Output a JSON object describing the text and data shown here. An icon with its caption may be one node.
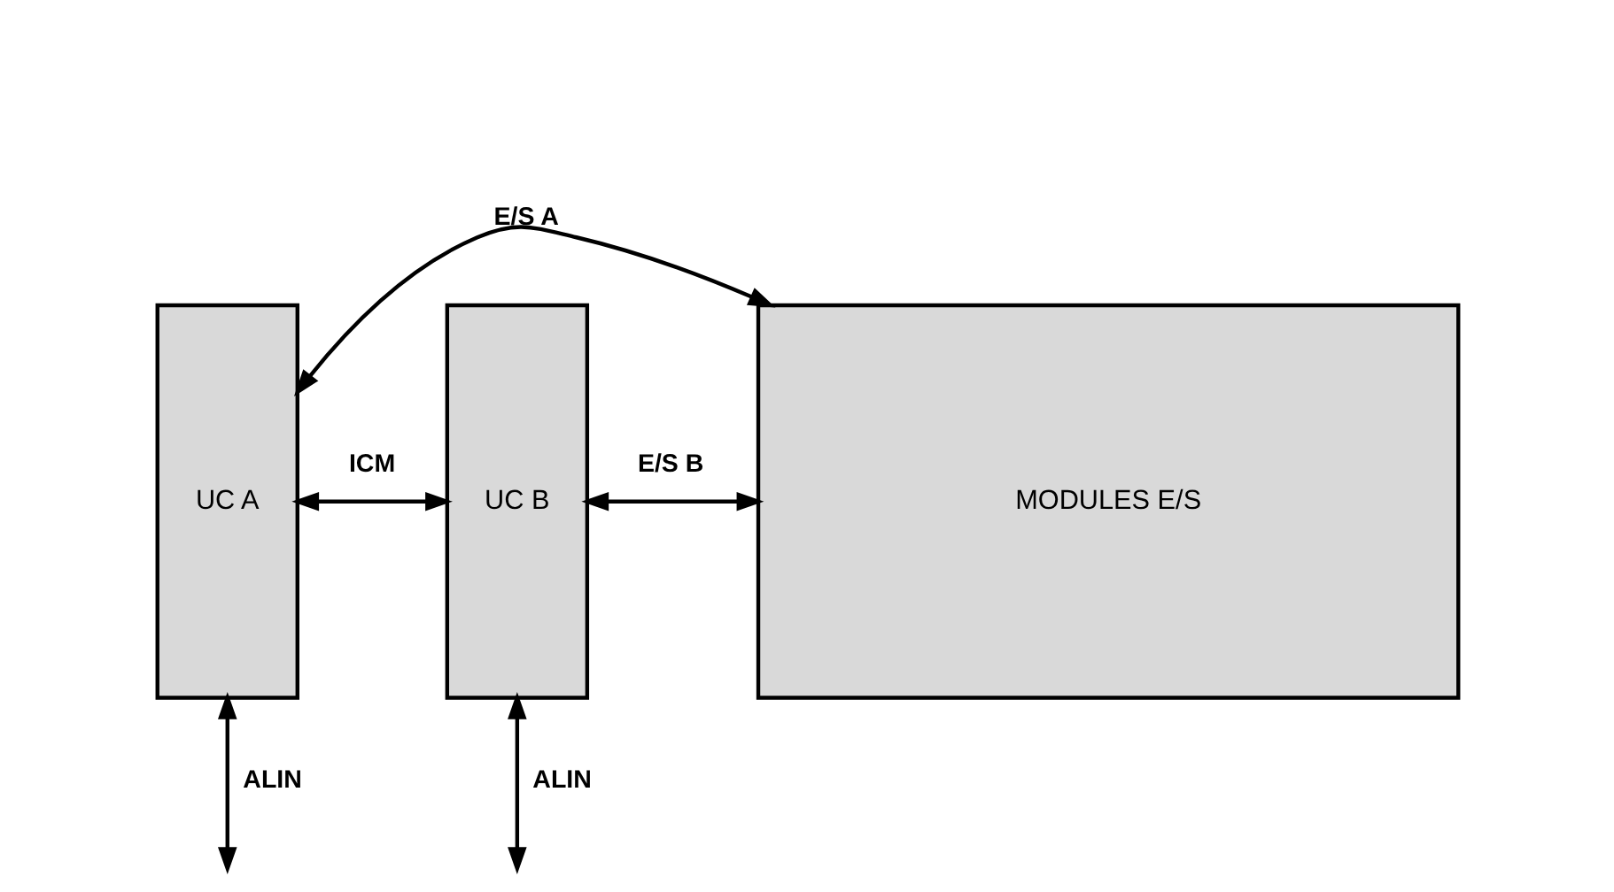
{
  "diagram": {
    "nodes": [
      {
        "text": [
          "UC A"
        ]
      },
      {
        "text": [
          "UC B"
        ]
      },
      {
        "text": [
          "MODULES E/S"
        ]
      }
    ],
    "edges": [
      {
        "from": 2,
        "to": 0,
        "arrow": "both",
        "label": "E/S A"
      },
      {
        "from": 0,
        "to": 1,
        "arrow": "both",
        "label": "ICM"
      },
      {
        "from": 2,
        "to": 1,
        "arrow": "both",
        "label": "E/S B"
      },
      {
        "from": 0,
        "to": null,
        "arrow": "both",
        "label": "ALIN"
      },
      {
        "from": 1,
        "to": null,
        "arrow": "both",
        "label": "ALIN"
      }
    ]
  }
}
